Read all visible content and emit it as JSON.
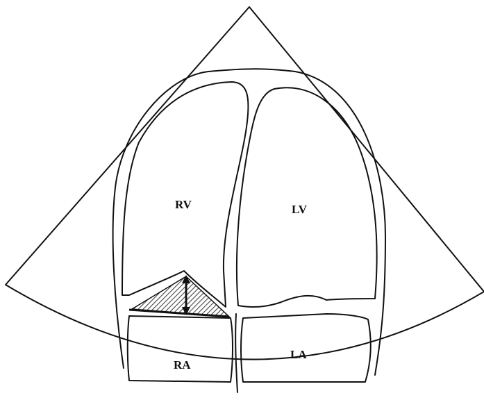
{
  "labels": {
    "rv": "RV",
    "lv": "LV",
    "ra": "RA",
    "la": "LA"
  },
  "colors": {
    "line": "#111111",
    "background": "#ffffff",
    "hatch": "#444444"
  }
}
